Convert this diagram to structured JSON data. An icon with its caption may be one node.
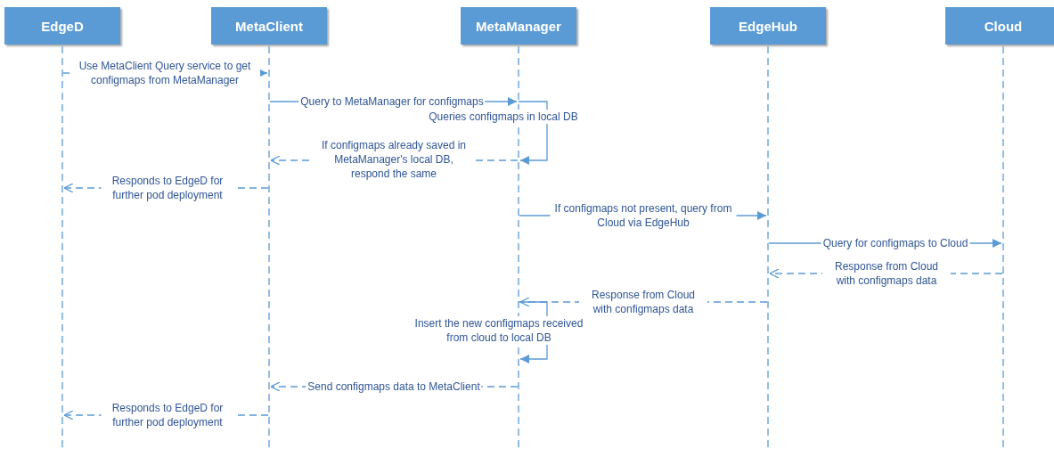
{
  "diagram": {
    "nodes": [
      {
        "text": [
          "EdgeD"
        ]
      },
      {
        "text": [
          "MetaClient"
        ]
      },
      {
        "text": [
          "MetaManager"
        ]
      },
      {
        "text": [
          "EdgeHub"
        ]
      },
      {
        "text": [
          "Cloud"
        ]
      }
    ],
    "edges": [
      {
        "from": 0,
        "to": 1,
        "arrow": "to",
        "label": "Use MetaClient Query service to get configmaps from MetaManager"
      },
      {
        "from": 1,
        "to": 2,
        "arrow": "to",
        "label": "Query to MetaManager for configmaps"
      },
      {
        "from": 2,
        "to": 2,
        "arrow": "to",
        "label": "Queries configmaps in local DB"
      },
      {
        "from": 2,
        "to": 1,
        "arrow": "to",
        "style": "dashed",
        "label": "If configmaps already saved in MetaManager's local DB, respond the same"
      },
      {
        "from": 1,
        "to": 0,
        "arrow": "to",
        "style": "dashed",
        "label": "Responds to EdgeD for further pod deployment"
      },
      {
        "from": 2,
        "to": 3,
        "arrow": "to",
        "label": "If configmaps not present, query from Cloud via EdgeHub"
      },
      {
        "from": 3,
        "to": 4,
        "arrow": "to",
        "label": "Query for configmaps to Cloud"
      },
      {
        "from": 4,
        "to": 3,
        "arrow": "to",
        "style": "dashed",
        "label": "Response from Cloud with configmaps data"
      },
      {
        "from": 3,
        "to": 2,
        "arrow": "to",
        "style": "dashed",
        "label": "Response from Cloud with configmaps data"
      },
      {
        "from": 2,
        "to": 2,
        "arrow": "to",
        "label": "Insert the new configmaps received from cloud to local DB"
      },
      {
        "from": 2,
        "to": 1,
        "arrow": "to",
        "style": "dashed",
        "label": "Send configmaps data to MetaClient"
      },
      {
        "from": 1,
        "to": 0,
        "arrow": "to",
        "style": "dashed",
        "label": "Responds to EdgeD for further pod deployment"
      }
    ]
  }
}
